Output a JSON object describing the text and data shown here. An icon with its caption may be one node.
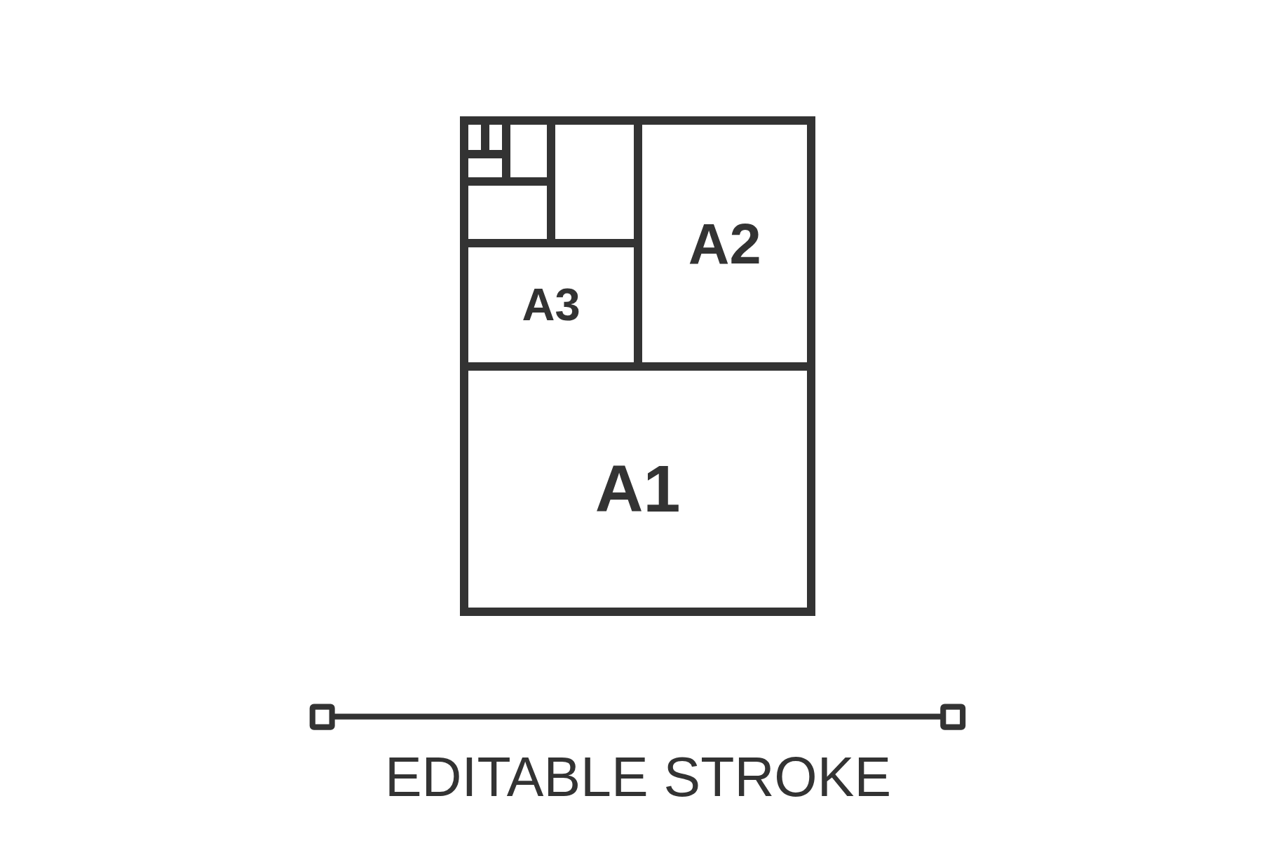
{
  "diagram": {
    "nodes": [
      {
        "text": [],
        "shape": "box"
      },
      {
        "text": [
          "A2"
        ],
        "in": 0
      },
      {
        "text": [
          "A3"
        ],
        "in": 0
      },
      {
        "text": [
          "A1"
        ],
        "in": 0
      },
      {
        "text": [],
        "shape": "box",
        "in": 0
      },
      {
        "text": [],
        "shape": "box",
        "in": 0
      },
      {
        "text": [],
        "shape": "box",
        "in": 0
      },
      {
        "text": [],
        "shape": "box",
        "in": 0
      },
      {
        "text": [],
        "shape": "box",
        "in": 0
      },
      {
        "text": [],
        "shape": "box",
        "in": 0
      }
    ],
    "edges": [],
    "labels": [
      "EDITABLE STROKE"
    ]
  }
}
